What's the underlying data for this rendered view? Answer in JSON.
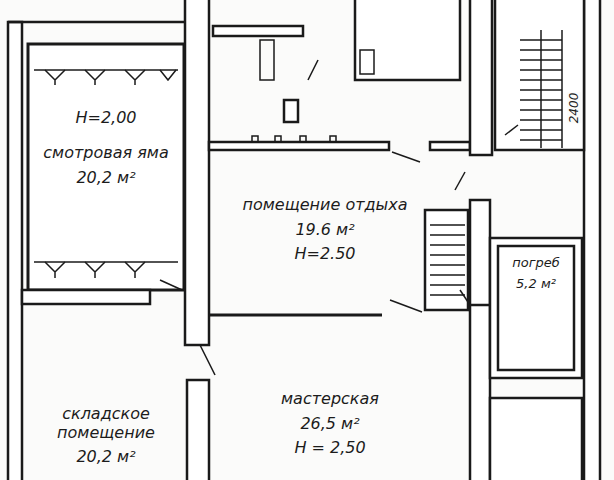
{
  "diagram": {
    "nodes": [
      {
        "text": [
          "H=2,00",
          "смотровая яма",
          "20,2 м²"
        ]
      },
      {
        "text": [
          "помещение отдыха",
          "19.6 м²",
          "H=2.50"
        ]
      },
      {
        "text": [
          "погреб",
          "5,2 м²"
        ]
      },
      {
        "text": [
          "складское помещение",
          "20,2 м²"
        ]
      },
      {
        "text": [
          "мастерская",
          "26,5 м²",
          "H = 2,50"
        ]
      }
    ],
    "labels": [
      "2400"
    ]
  }
}
